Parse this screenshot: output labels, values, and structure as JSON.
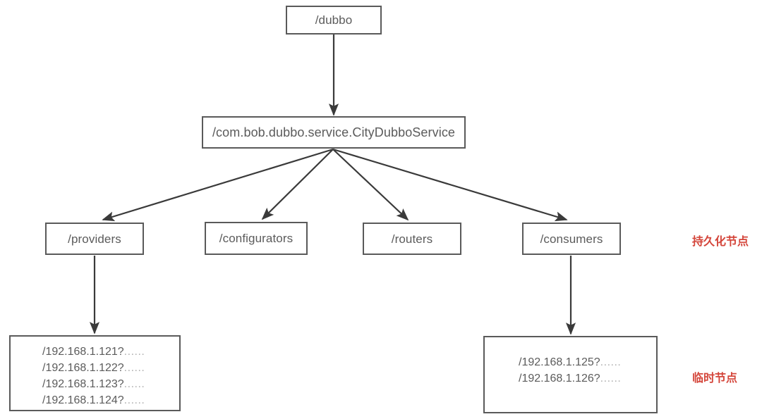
{
  "diagram": {
    "title_node": {
      "label": "/dubbo"
    },
    "service_node": {
      "label": "/com.bob.dubbo.service.CityDubboService"
    },
    "children": [
      {
        "id": "providers",
        "label": "/providers"
      },
      {
        "id": "configurators",
        "label": "/configurators"
      },
      {
        "id": "routers",
        "label": "/routers"
      },
      {
        "id": "consumers",
        "label": "/consumers"
      }
    ],
    "provider_instances": {
      "items": [
        {
          "address": "/192.168.1.121?",
          "ellipsis": "......"
        },
        {
          "address": "/192.168.1.122?",
          "ellipsis": "......"
        },
        {
          "address": "/192.168.1.123?",
          "ellipsis": "......"
        },
        {
          "address": "/192.168.1.124?",
          "ellipsis": "......"
        }
      ]
    },
    "consumer_instances": {
      "items": [
        {
          "address": "/192.168.1.125?",
          "ellipsis": "......"
        },
        {
          "address": "/192.168.1.126?",
          "ellipsis": "......"
        }
      ]
    },
    "annotations": [
      {
        "id": "persistent",
        "label": "持久化节点"
      },
      {
        "id": "ephemeral",
        "label": "临时节点"
      }
    ],
    "colors": {
      "node_border": "#5a5a5a",
      "node_text": "#5b5b5b",
      "edge": "#3a3a3a",
      "annotation": "#d4453a",
      "background": "#ffffff"
    }
  }
}
